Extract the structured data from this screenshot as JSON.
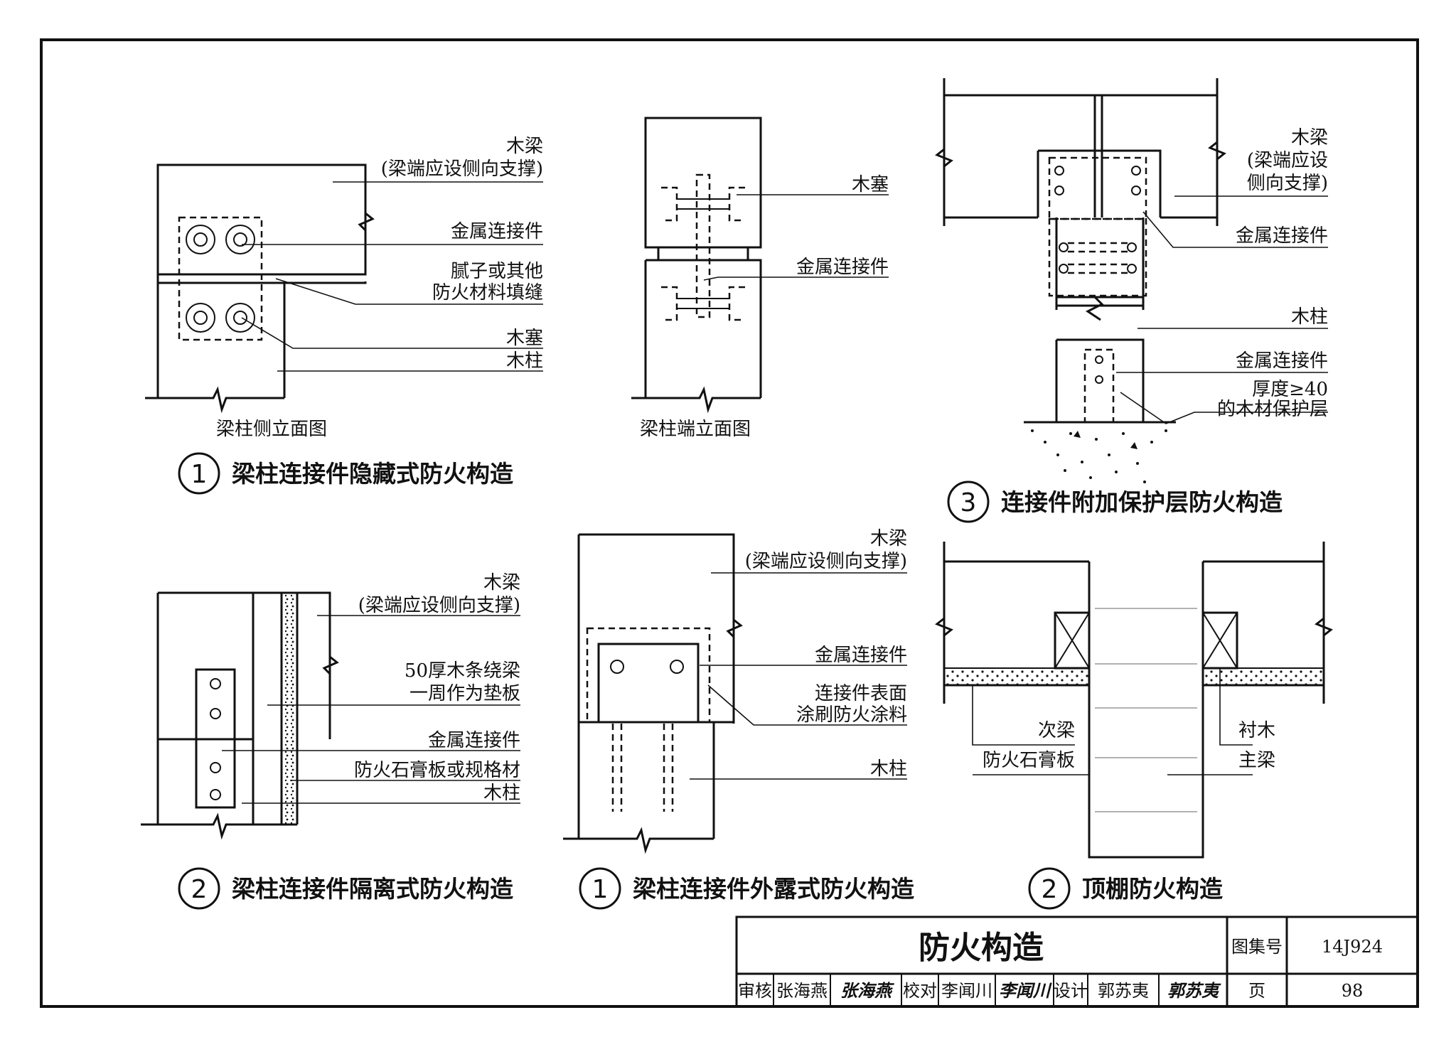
{
  "labels": {
    "beam": "木梁",
    "beam_brace": "(梁端应设侧向支撑)",
    "beam_brace_l1": "(梁端应设",
    "beam_brace_l2": "侧向支撑)",
    "metal_connector": "金属连接件",
    "putty_l1": "腻子或其他",
    "putty_l2": "防火材料填缝",
    "wood_plug": "木塞",
    "column": "木柱",
    "side_elevation": "梁柱侧立面图",
    "end_elevation": "梁柱端立面图",
    "thickness_l1": "厚度≥40",
    "thickness_l2": "的木材保护层",
    "strip_l1": "50厚木条绕梁",
    "strip_l2": "一周作为垫板",
    "gypsum_or_lumber": "防火石膏板或规格材",
    "coating_l1": "连接件表面",
    "coating_l2": "涂刷防火涂料",
    "secondary_beam": "次梁",
    "gypsum_board": "防火石膏板",
    "lining_wood": "衬木",
    "main_beam": "主梁"
  },
  "captions": {
    "c1_num": "1",
    "c1_text": "梁柱连接件隐藏式防火构造",
    "c2_num": "2",
    "c2_text": "梁柱连接件隔离式防火构造",
    "c3_num": "3",
    "c3_text": "连接件附加保护层防火构造",
    "c4_num": "1",
    "c4_text": "梁柱连接件外露式防火构造",
    "c5_num": "2",
    "c5_text": "顶棚防火构造"
  },
  "title_block": {
    "title": "防火构造",
    "atlas_label": "图集号",
    "atlas_no": "14J924",
    "page_label": "页",
    "page_no": "98",
    "review_label": "审核",
    "reviewer": "张海燕",
    "reviewer_sig": "张海燕",
    "check_label": "校对",
    "checker": "李闻川",
    "checker_sig": "李闻川",
    "design_label": "设计",
    "designer": "郭苏夷",
    "designer_sig": "郭苏夷"
  }
}
